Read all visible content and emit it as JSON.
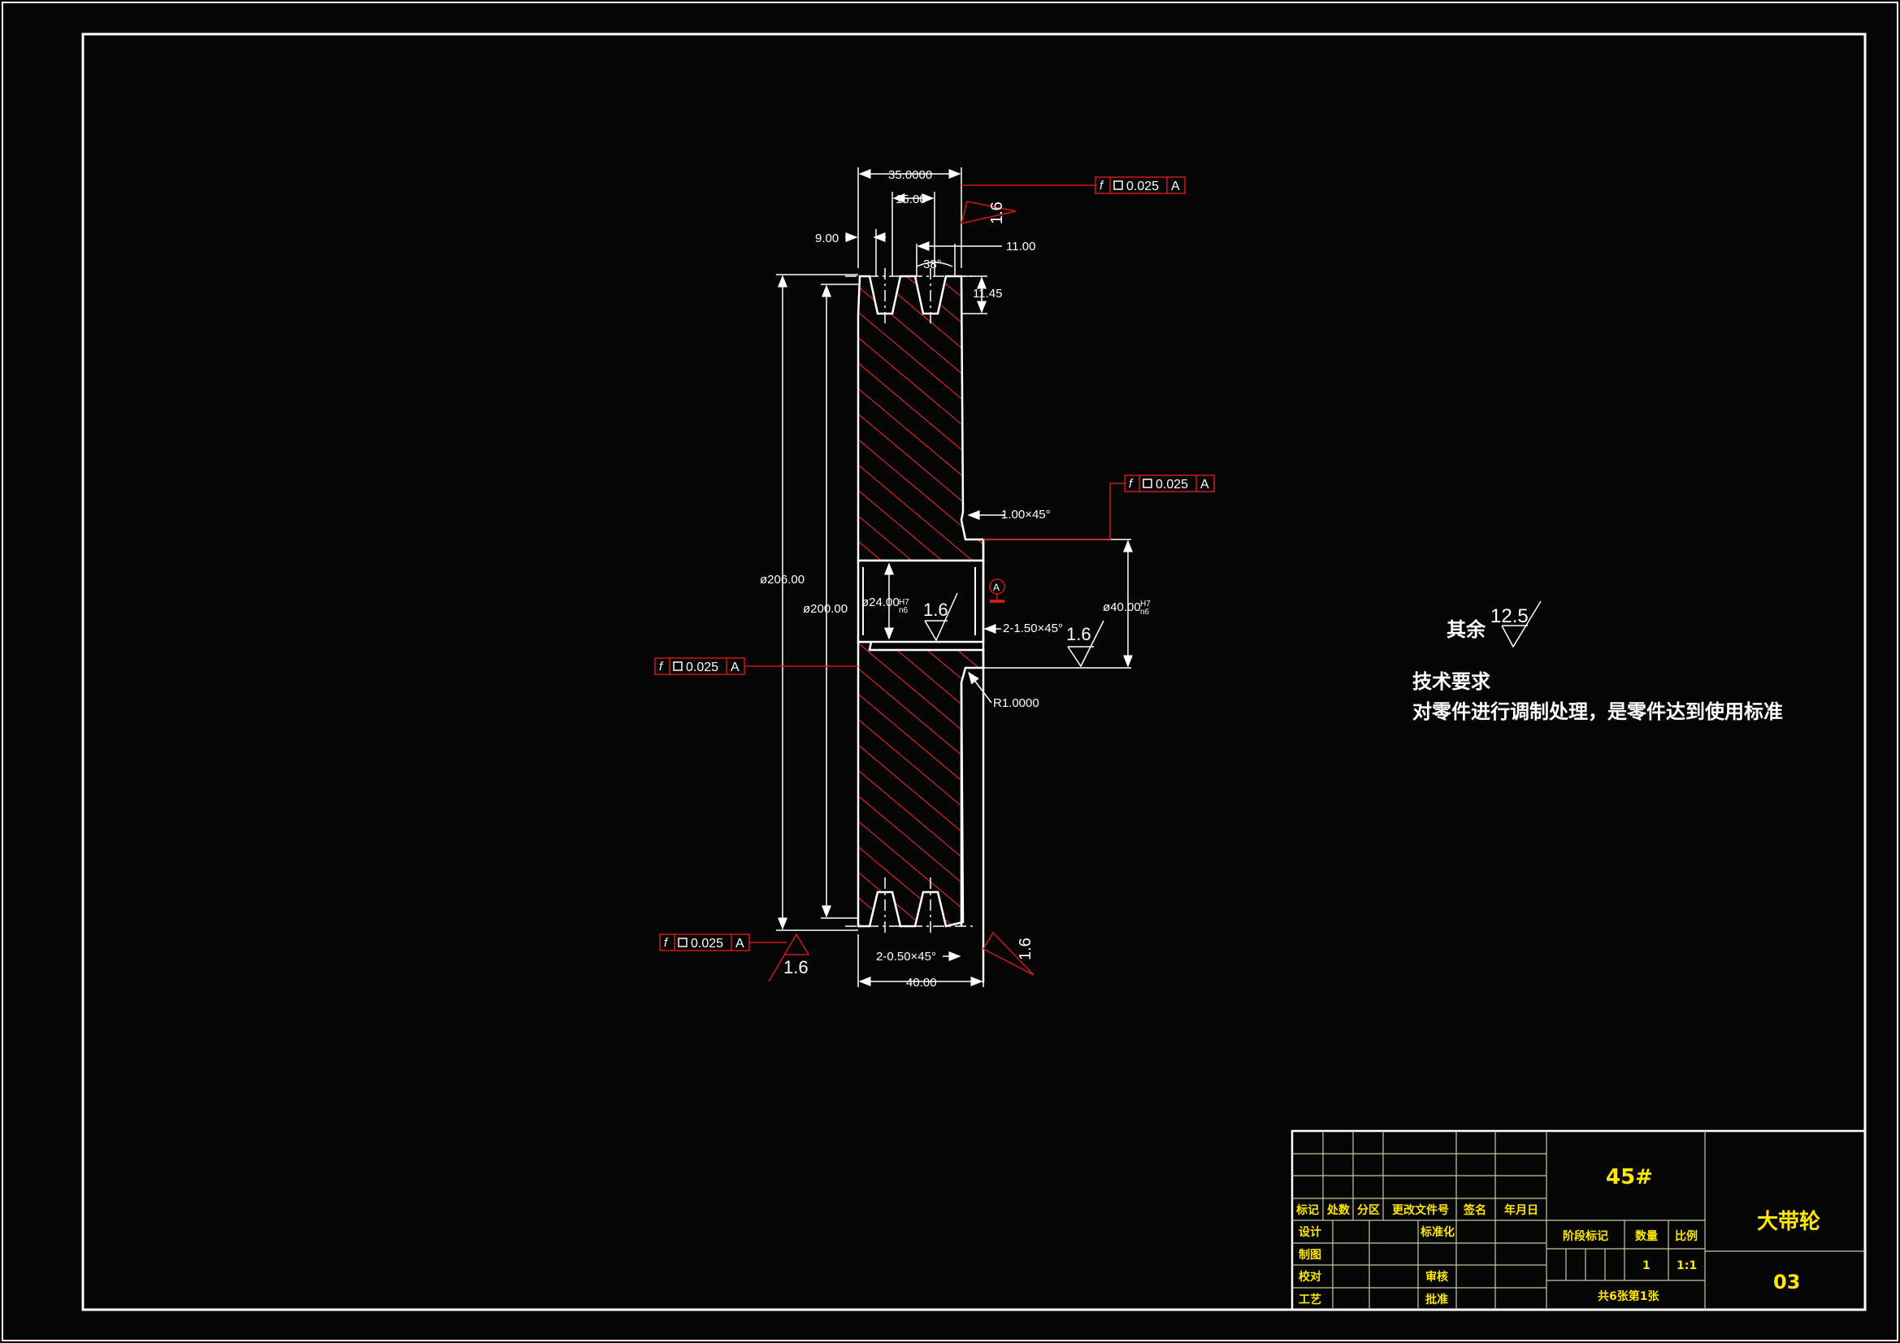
{
  "colors": {
    "background": "#050505",
    "frame": "#ffffff",
    "section_hatch": "#ff2a2a",
    "leader": "#d01818",
    "title_text": "#ffe800",
    "title_grid": "#c8c8a0"
  },
  "part": {
    "name": "大带轮",
    "material": "45#",
    "drawing_no": "03",
    "quantity": "1",
    "scale": "1:1",
    "sheet": "共6张第1张"
  },
  "title_block": {
    "revision_headers": [
      "标记",
      "处数",
      "分区",
      "更改文件号",
      "签名",
      "年月日"
    ],
    "signature_rows": {
      "design": "设计",
      "standardization": "标准化",
      "drafting": "制图",
      "checking": "校对",
      "review": "审核",
      "process": "工艺",
      "approve": "批准"
    },
    "stage_mark": "阶段标记",
    "qty_label": "数量",
    "scale_label": "比例"
  },
  "dimensions": {
    "width_top": "35.0000",
    "groove_pitch": "15.00",
    "groove_edge": "9.00",
    "groove_top_width": "11.00",
    "groove_angle": "38°",
    "groove_depth": "11.45",
    "dia_outer": "ø206.00",
    "dia_pitch": "ø200.00",
    "bore_dia": "ø24.00",
    "hub_dia": "ø40.00",
    "fit_upper": "H7",
    "fit_lower": "n6",
    "chamfer_hub": "1.00×45°",
    "chamfer_bore": "2-1.50×45°",
    "chamfer_rim": "2-0.50×45°",
    "fillet": "R1.0000",
    "width_total": "40.00"
  },
  "tolerances": {
    "symbol": "f",
    "value": "0.025",
    "datum": "A"
  },
  "roughness": {
    "fine": "1.6",
    "rest": "12.5",
    "rest_label": "其余"
  },
  "notes": {
    "title": "技术要求",
    "line1": "对零件进行调制处理，是零件达到使用标准"
  }
}
